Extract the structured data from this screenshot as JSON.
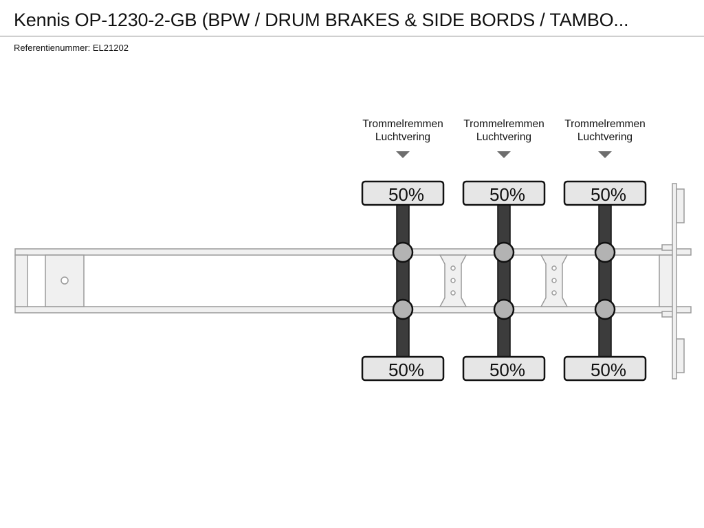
{
  "header": {
    "title": "Kennis OP-1230-2-GB (BPW / DRUM BRAKES & SIDE BORDS / TAMBO...",
    "reference": "Referentienummer: EL21202"
  },
  "axles": [
    {
      "brake_type": "Trommelremmen",
      "suspension": "Luchtvering",
      "top_percent": "50%",
      "bottom_percent": "50%"
    },
    {
      "brake_type": "Trommelremmen",
      "suspension": "Luchtvering",
      "top_percent": "50%",
      "bottom_percent": "50%"
    },
    {
      "brake_type": "Trommelremmen",
      "suspension": "Luchtvering",
      "top_percent": "50%",
      "bottom_percent": "50%"
    }
  ],
  "colors": {
    "frame_fill": "#f0f0f0",
    "frame_stroke": "#9a9a9a",
    "axle": "#3c3c3c",
    "hub": "#b3b3b3",
    "tire_fill": "#e6e6e6",
    "marker": "#6e6e6e"
  }
}
